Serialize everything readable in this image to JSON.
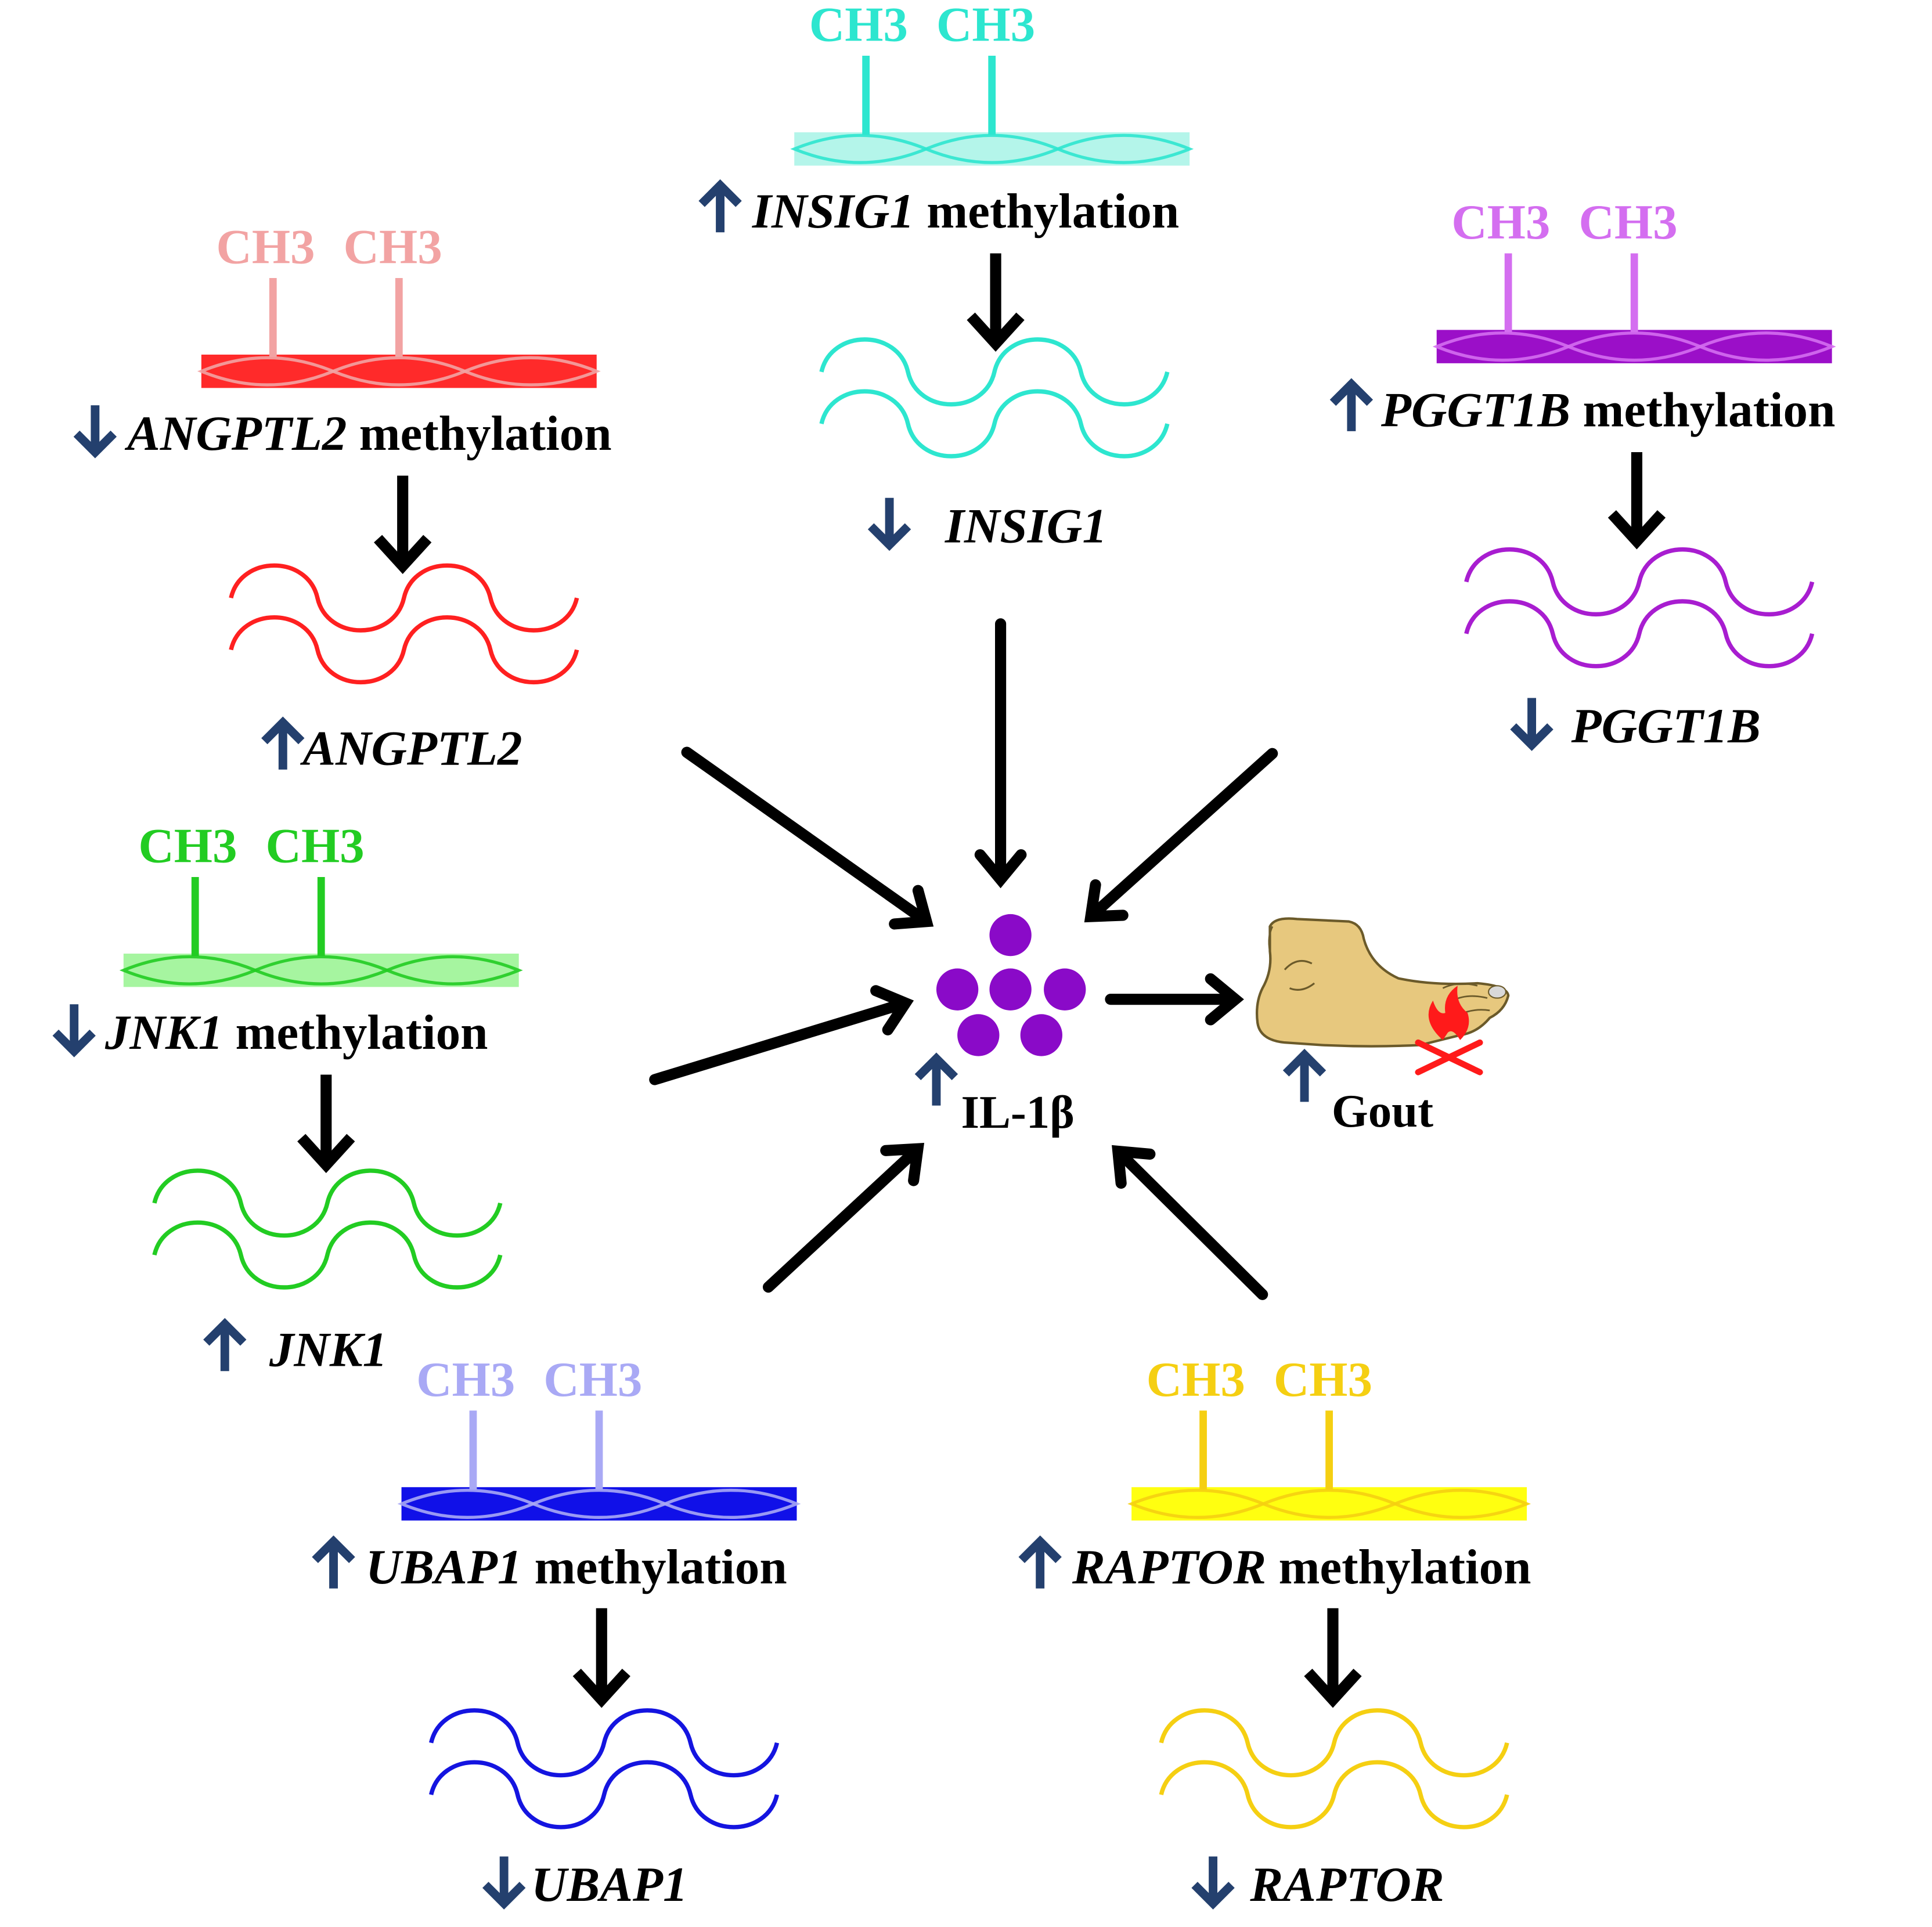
{
  "methyl_tag": "CH3",
  "methylation_word": "methylation",
  "colors": {
    "up_down_arrow": "#24406e",
    "flow_arrow": "#000000",
    "il1b_dot": "#8a0ac8",
    "flame": "#ff1a1a",
    "foot_skin": "#e7c87e",
    "foot_outline": "#6b5a2a"
  },
  "center": {
    "marker": "IL-1β",
    "marker_direction": "up",
    "outcome": "Gout",
    "outcome_direction": "up",
    "outcome_icon": "inflamed-foot-icon"
  },
  "genes": [
    {
      "id": "insig1",
      "gene": "INSIG1",
      "methylation_direction": "up",
      "expression_direction": "down",
      "tag_color": "#2de6cf",
      "band_color": "#b4f5ea",
      "strand_color": "#2de6cf"
    },
    {
      "id": "angptl2",
      "gene": "ANGPTL2",
      "methylation_direction": "down",
      "expression_direction": "up",
      "tag_color": "#f2a3a3",
      "band_color": "#ff2a2a",
      "strand_color": "#ff2020"
    },
    {
      "id": "pggt1b",
      "gene": "PGGT1B",
      "methylation_direction": "up",
      "expression_direction": "down",
      "tag_color": "#d46ef0",
      "band_color": "#9b0fc8",
      "strand_color": "#a81dd0"
    },
    {
      "id": "jnk1",
      "gene": "JNK1",
      "methylation_direction": "down",
      "expression_direction": "up",
      "tag_color": "#22cc22",
      "band_color": "#a6f5a0",
      "strand_color": "#22cc22"
    },
    {
      "id": "ubap1",
      "gene": "UBAP1",
      "methylation_direction": "up",
      "expression_direction": "down",
      "tag_color": "#a9a9f5",
      "band_color": "#1010e8",
      "strand_color": "#1414e0"
    },
    {
      "id": "raptor",
      "gene": "RAPTOR",
      "methylation_direction": "up",
      "expression_direction": "down",
      "tag_color": "#f5cf12",
      "band_color": "#ffff10",
      "strand_color": "#f5cf12"
    }
  ]
}
